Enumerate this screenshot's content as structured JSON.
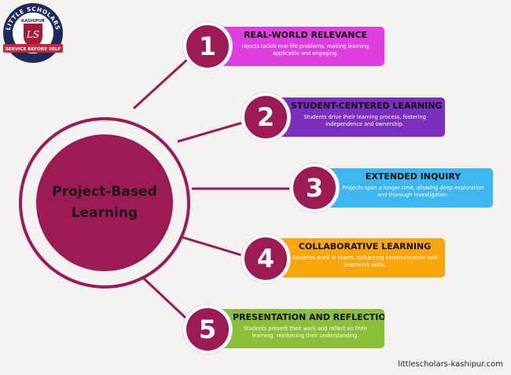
{
  "logo": {
    "top_text": "LITTLE SCHOLARS",
    "mid_text": "KASHIPUR",
    "ribbon_text": "SERVICE BEFORE SELF",
    "monogram": "LS",
    "colors": {
      "ring": "#1e2a5a",
      "shield": "#a31c3a",
      "ribbon": "#c4283a"
    }
  },
  "hub": {
    "title_line1": "Project-Based",
    "title_line2": "Learning",
    "color": "#9c1b55"
  },
  "items": [
    {
      "number": "1",
      "title": "REAL-WORLD RELEVANCE",
      "description": "rojects tackle real-life problems, making learning applicable and engaging.",
      "color": "#e03fe0"
    },
    {
      "number": "2",
      "title": "STUDENT-CENTERED LEARNING",
      "description": "Students drive their learning process, fostering independence and ownership.",
      "color": "#7b2fbe"
    },
    {
      "number": "3",
      "title": "EXTENDED INQUIRY",
      "description": "Projects span a longer time, allowing deep exploration and thorough investigation.",
      "color": "#3eb6f0"
    },
    {
      "number": "4",
      "title": "COLLABORATIVE LEARNING",
      "description": "Students work in teams, enhancing communication and teamwork skills.",
      "color": "#f7a60c"
    },
    {
      "number": "5",
      "title": "PRESENTATION AND REFLECTION",
      "description": "Students present their work and reflect on their learning, reinforcing their understanding.",
      "color": "#8bbf3a"
    }
  ],
  "footer": {
    "site": "littlescholars-kashipur.com"
  }
}
